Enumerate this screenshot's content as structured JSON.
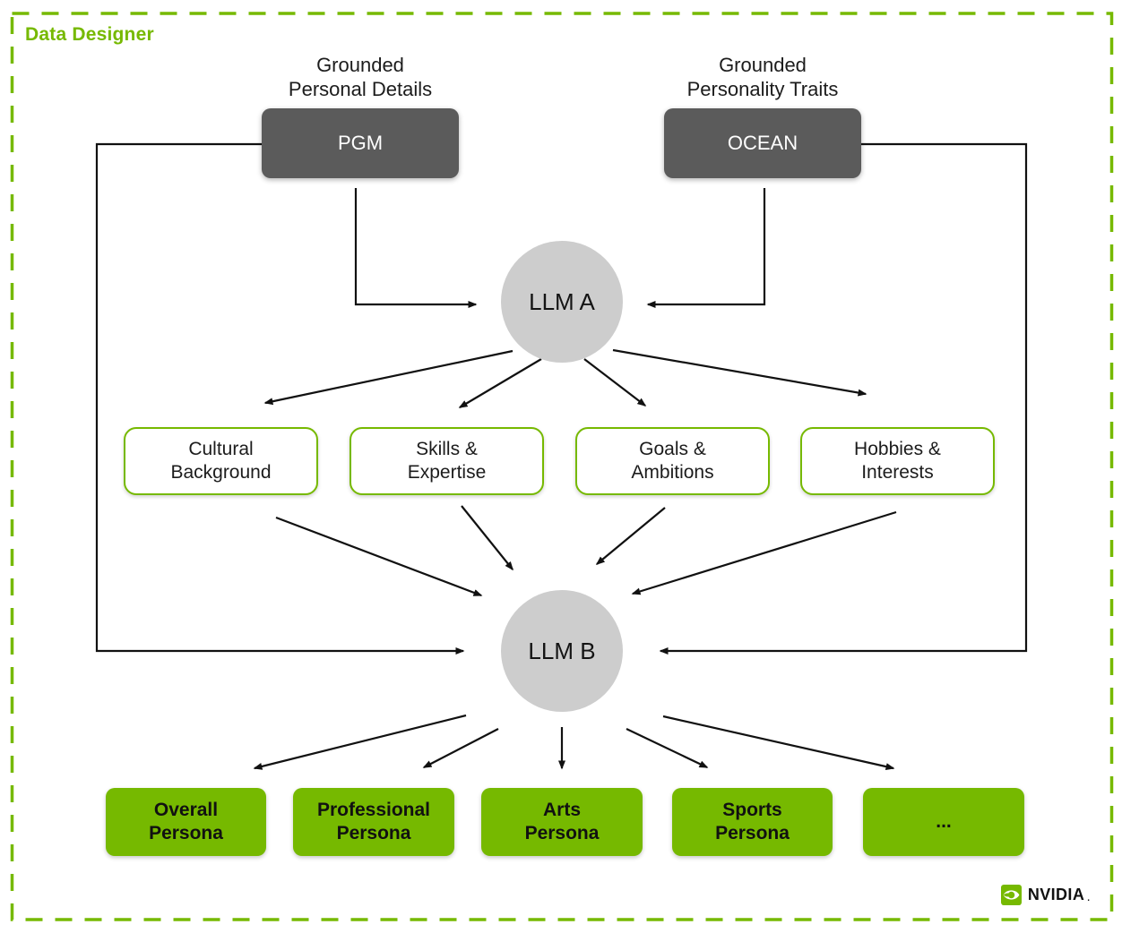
{
  "title": "Data Designer",
  "colors": {
    "accent_green": "#76b900",
    "node_dark_gray": "#5b5b5b",
    "llm_circle_gray": "#cdcdcd",
    "arrow_black": "#111111"
  },
  "diagram": {
    "source_pgm": {
      "caption_line1": "Grounded",
      "caption_line2": "Personal Details",
      "node_label": "PGM"
    },
    "source_ocean": {
      "caption_line1": "Grounded",
      "caption_line2": "Personality Traits",
      "node_label": "OCEAN"
    },
    "llm_a_label": "LLM A",
    "llm_b_label": "LLM B",
    "attributes": [
      {
        "line1": "Cultural",
        "line2": "Background"
      },
      {
        "line1": "Skills &",
        "line2": "Expertise"
      },
      {
        "line1": "Goals &",
        "line2": "Ambitions"
      },
      {
        "line1": "Hobbies &",
        "line2": "Interests"
      }
    ],
    "personas": [
      {
        "line1": "Overall",
        "line2": "Persona"
      },
      {
        "line1": "Professional",
        "line2": "Persona"
      },
      {
        "line1": "Arts",
        "line2": "Persona"
      },
      {
        "line1": "Sports",
        "line2": "Persona"
      },
      {
        "line1": "...",
        "line2": ""
      }
    ]
  },
  "footer": {
    "brand": "NVIDIA",
    "brand_suffix": "."
  }
}
